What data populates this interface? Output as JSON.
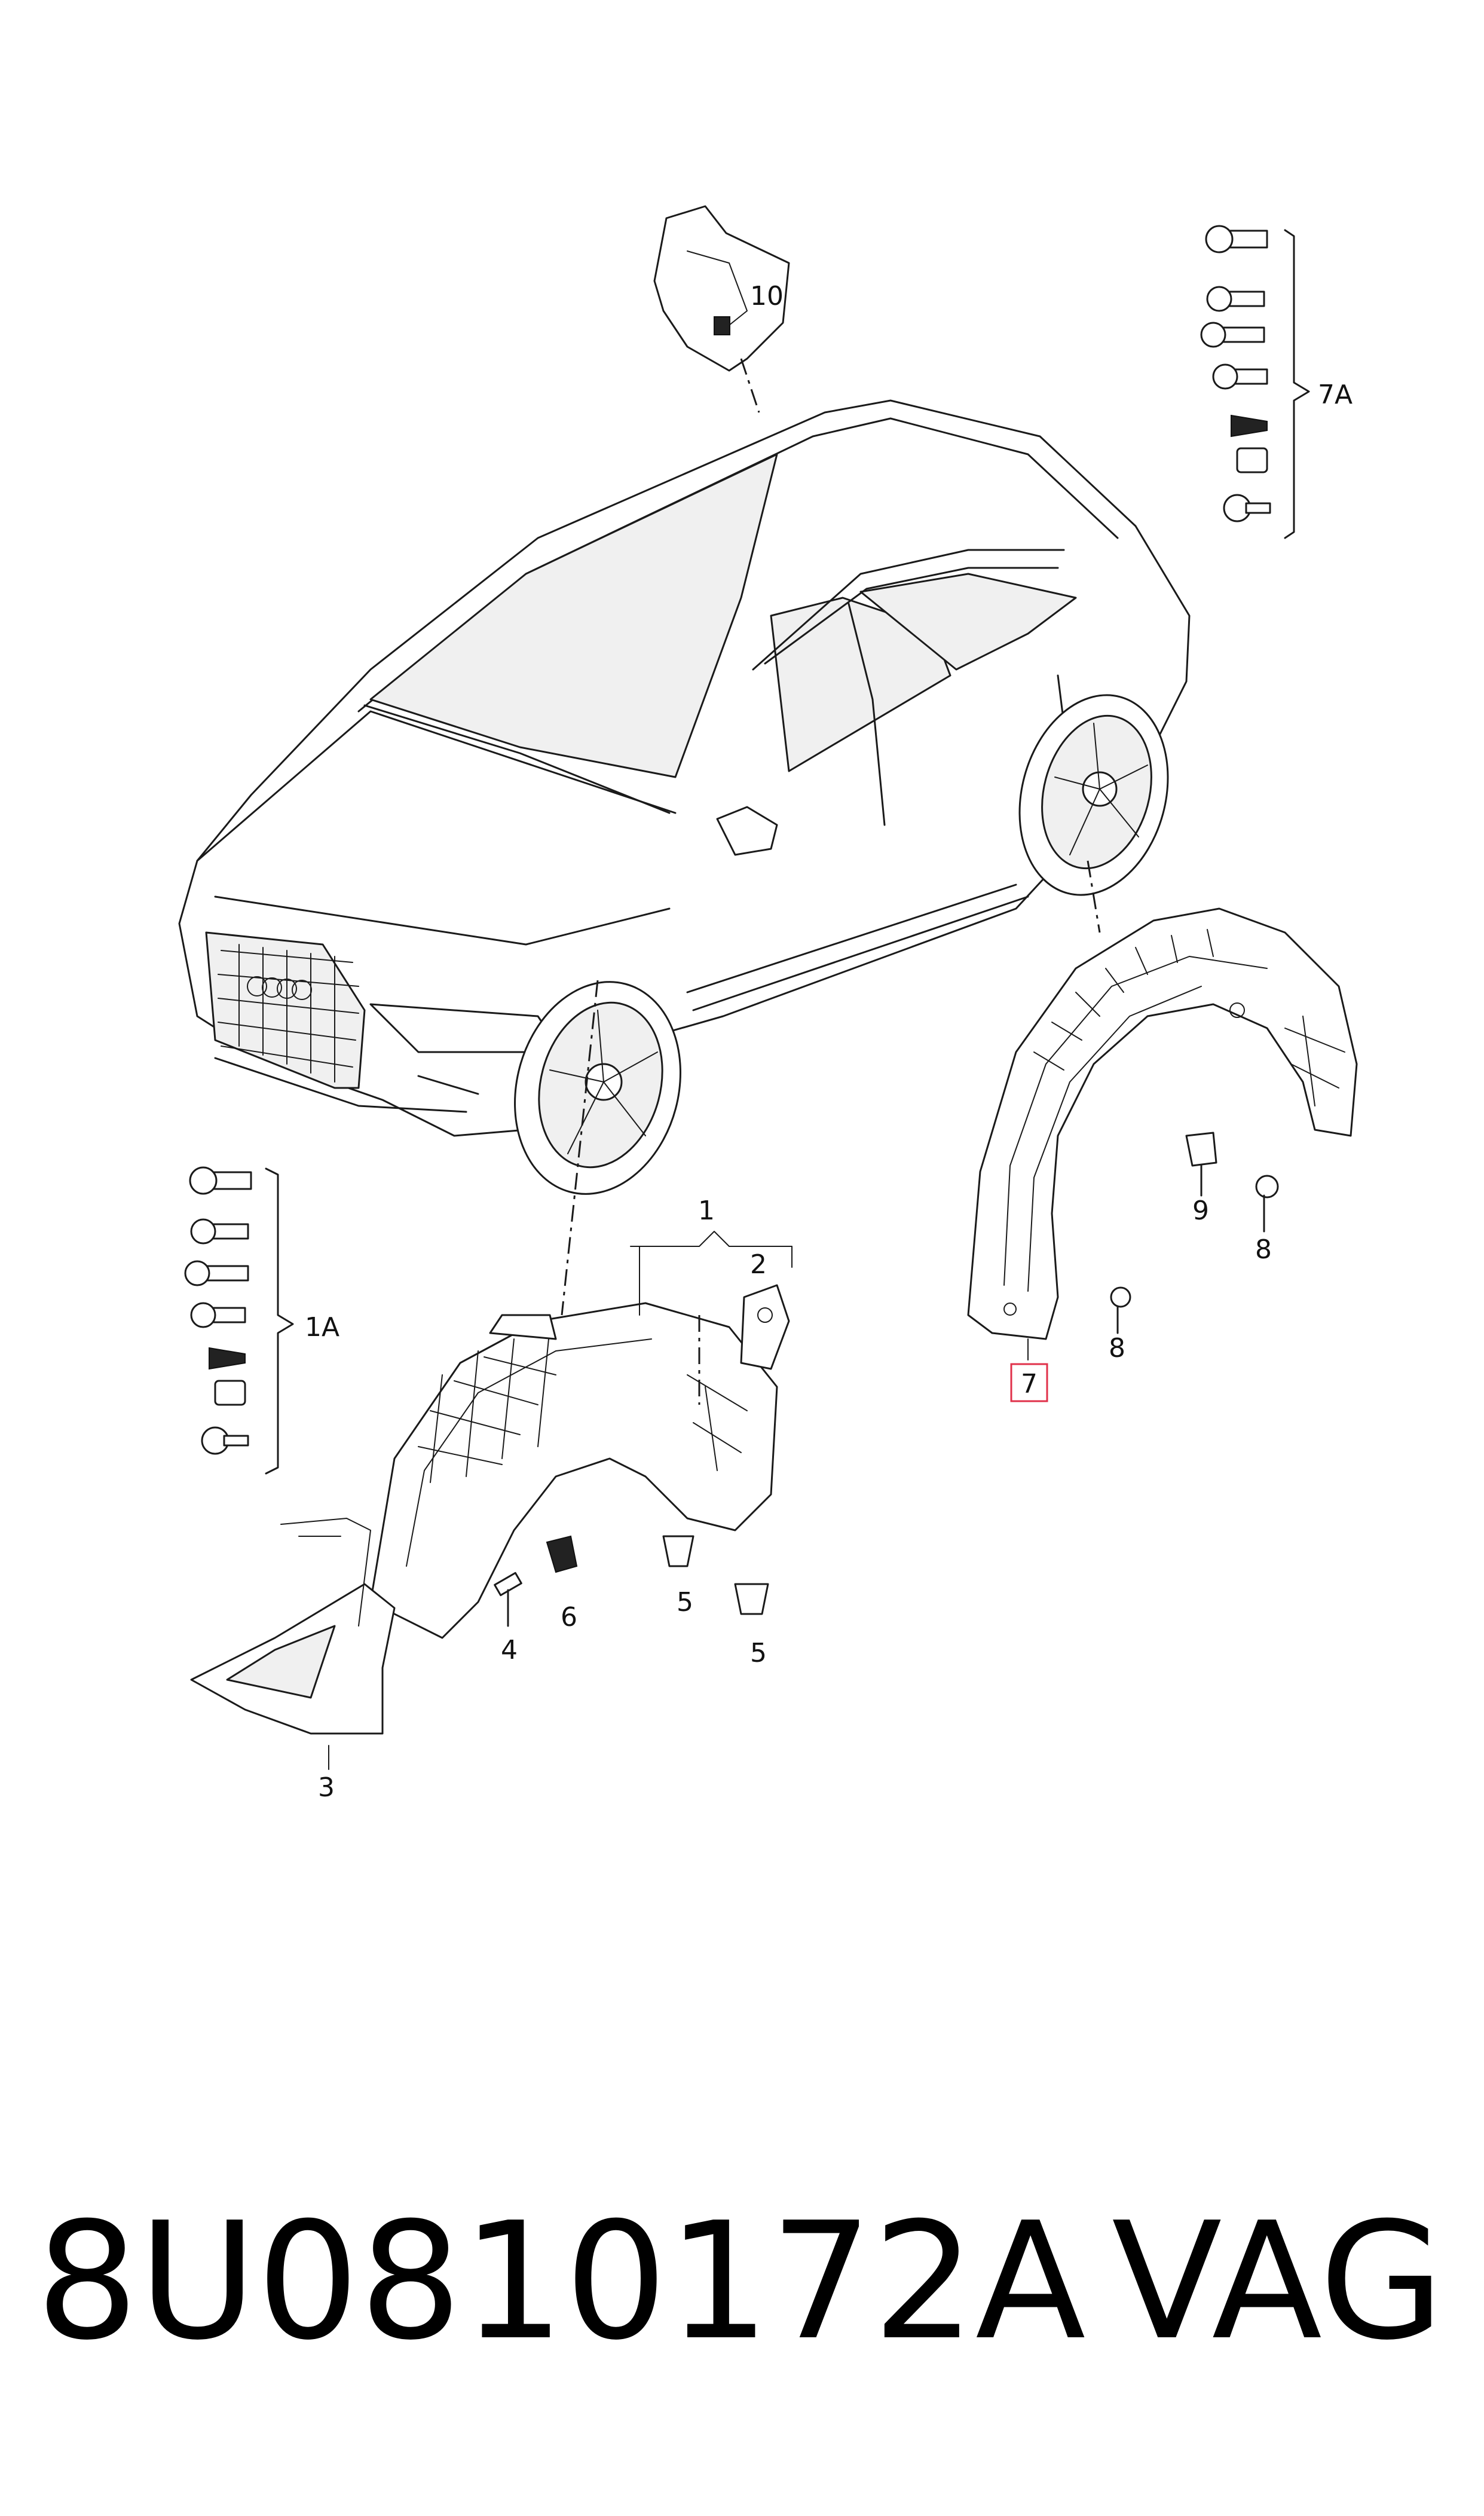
{
  "diagram": {
    "labels": {
      "l1": "1",
      "l1a": "1A",
      "l2": "2",
      "l3": "3",
      "l4": "4",
      "l5a": "5",
      "l5b": "5",
      "l6": "6",
      "l7": "7",
      "l7a": "7A",
      "l8a": "8",
      "l8b": "8",
      "l9": "9",
      "l10": "10"
    },
    "highlight_color": "#e0304a"
  },
  "footer": {
    "part_number": "8U0810172A",
    "brand": "VAG"
  }
}
